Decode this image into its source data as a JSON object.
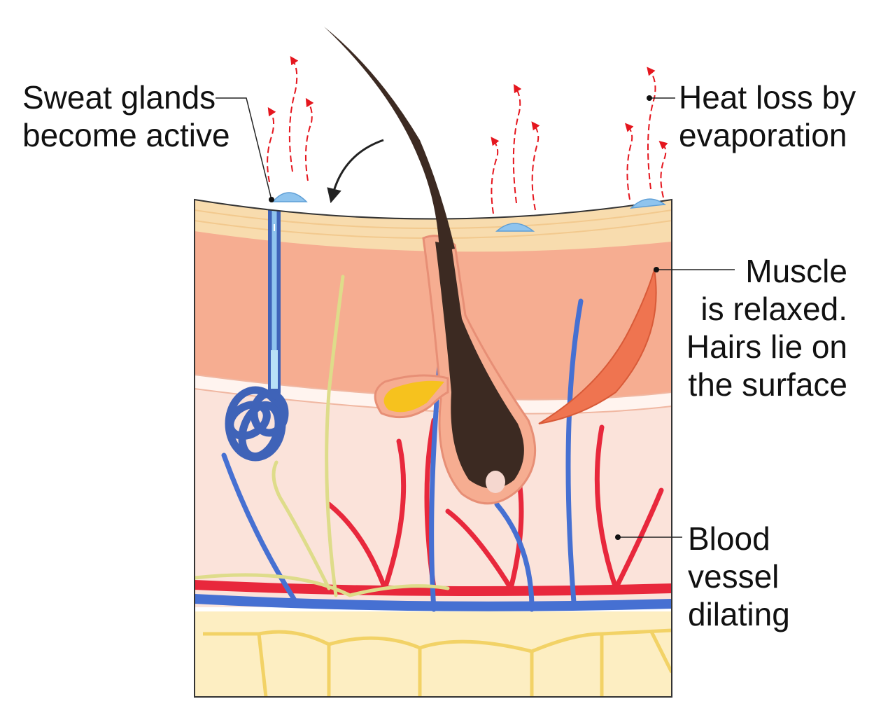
{
  "labels": {
    "sweat": [
      "Sweat glands",
      "become active"
    ],
    "heat": [
      "Heat loss by",
      "evaporation"
    ],
    "muscle": [
      "Muscle",
      "is relaxed.",
      "Hairs lie on",
      "the surface"
    ],
    "blood": [
      "Blood",
      "vessel",
      "dilating"
    ]
  },
  "colors": {
    "epidermis_top": "#f8dcae",
    "dermis_upper": "#f6ad91",
    "dermis_lower": "#fbe3da",
    "fat_tissue": "#fdeec2",
    "fat_lines": "#f2d266",
    "artery": "#e8283c",
    "vein": "#4670d2",
    "nerve": "#dedc8a",
    "hair": "#3c2a22",
    "sweat_gland": "#3f63b8",
    "heat_arrow": "#e5161e",
    "muscle": "#ef7450",
    "sebaceous": "#f6c21e"
  },
  "icons": [
    "heat-wave-arrow",
    "sweat-droplet",
    "curved-arrow",
    "leader-dot"
  ]
}
